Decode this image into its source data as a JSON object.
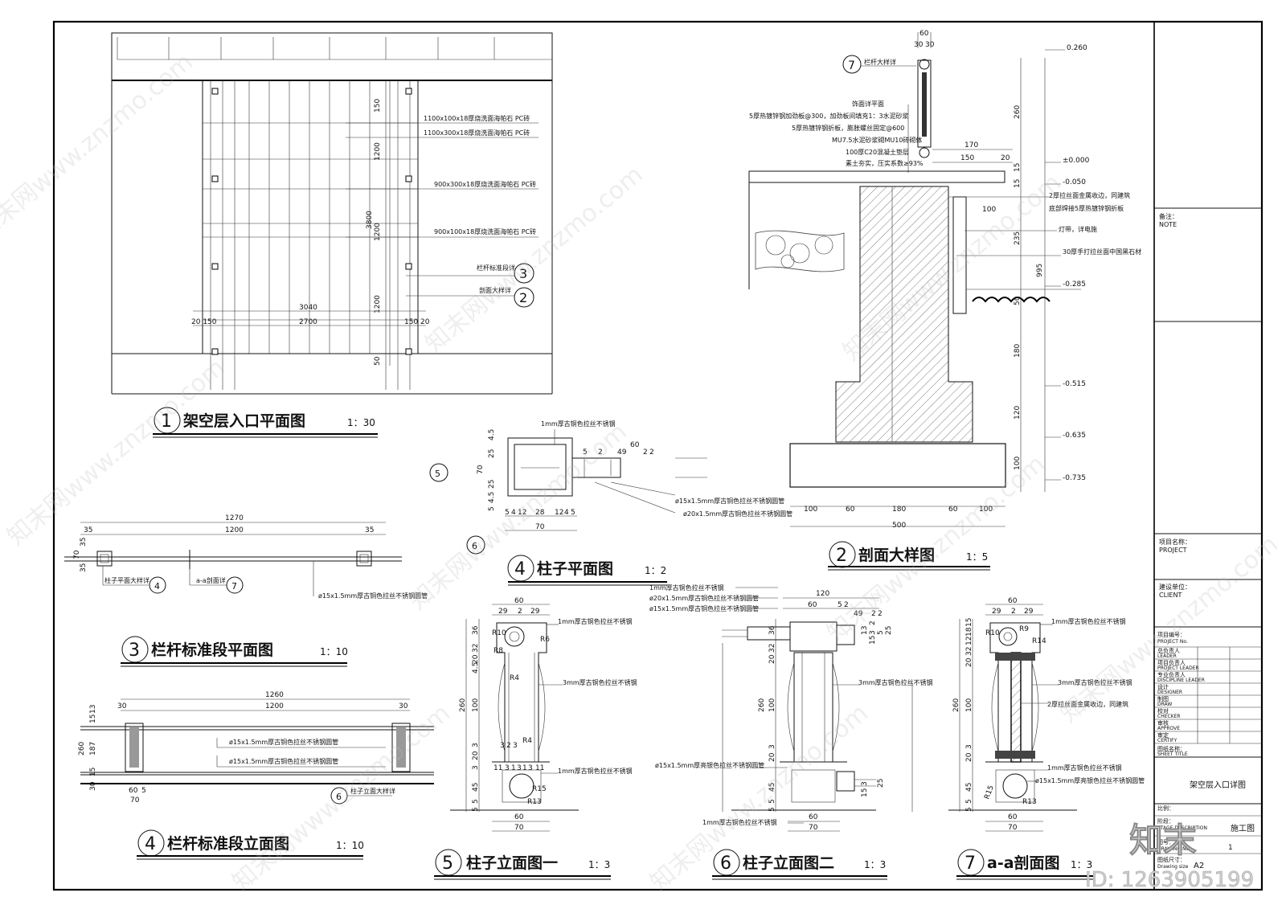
{
  "titles": {
    "t1": {
      "num": "1",
      "name": "架空层入口平面图",
      "scale": "1：30"
    },
    "t2": {
      "num": "2",
      "name": "剖面大样图",
      "scale": "1：5"
    },
    "t3": {
      "num": "3",
      "name": "栏杆标准段平面图",
      "scale": "1：10"
    },
    "t4a": {
      "num": "4",
      "name": "柱子平面图",
      "scale": "1：2"
    },
    "t4b": {
      "num": "4",
      "name": "栏杆标准段立面图",
      "scale": "1：10"
    },
    "t5": {
      "num": "5",
      "name": "柱子立面图一",
      "scale": "1：3"
    },
    "t6": {
      "num": "6",
      "name": "柱子立面图二",
      "scale": "1：3"
    },
    "t7": {
      "num": "7",
      "name": "a-a剖面图",
      "scale": "1：3"
    }
  },
  "plan": {
    "labels": [
      "1100x100x18厚烧洗面海帕石 PC砖",
      "1100x300x18厚烧洗面海帕石 PC砖",
      "900x300x18厚烧洗面海帕石 PC砖",
      "900x100x18厚烧洗面海帕石 PC砖"
    ],
    "callout3": "栏杆标准段详",
    "callout2": "剖面大样详",
    "dims": {
      "total": "3040",
      "inner": "2700",
      "edgeL": "20 150",
      "edgeR": "150 20",
      "height": "3800",
      "v1": "150",
      "v2": "1200",
      "v3": "1200",
      "v4": "1200",
      "v5": "50"
    }
  },
  "section": {
    "callout": "栏杆大样详",
    "layers": [
      "饰面详平面",
      "5厚热镀锌钢加劲板@300，加劲板间填充1：3水泥砂浆",
      "5厚热镀锌钢折板，膨胀螺丝固定@600",
      "MU7.5水泥砂浆砌MU10砖砌体",
      "100厚C20混凝土垫层",
      "素土夯实，压实系数≥93%"
    ],
    "right_notes": [
      "2厚拉丝面金属收边，同建筑",
      "底部焊接5厚热镀锌钢折板",
      "灯带，详电施",
      "30厚手打拉丝面中国黑石材"
    ],
    "levels": [
      "0.260",
      "±0.000",
      "-0.050",
      "-0.285",
      "-0.515",
      "-0.635",
      "-0.735"
    ],
    "vdims": [
      "260",
      "15",
      "15",
      "235",
      "995",
      "50",
      "180",
      "120",
      "100"
    ],
    "top": [
      "60",
      "30",
      "30"
    ],
    "mid": [
      "170",
      "150",
      "20"
    ],
    "bottom": [
      "100",
      "60",
      "180",
      "60",
      "100"
    ],
    "bottom_total": "500",
    "mid2": "100"
  },
  "column_plan": {
    "top_note": "1mm厚古铜色拉丝不锈钢",
    "pipe1": "ø15x1.5mm厚古铜色拉丝不锈钢圆管",
    "pipe2": "ø20x1.5mm厚古铜色拉丝不锈钢圆管",
    "dims_top": [
      "60",
      "5",
      "2",
      "49",
      "2",
      "2"
    ],
    "dims_left": [
      "4.5",
      "25",
      "70",
      "25",
      "4.5",
      "5"
    ],
    "dims_bottom": [
      "5",
      "4",
      "12",
      "28",
      "12",
      "4",
      "5"
    ],
    "width": "70",
    "mark": "5",
    "mark2": "6"
  },
  "rail_plan": {
    "dims": [
      "1270",
      "1200",
      "35",
      "35"
    ],
    "left_dims": [
      "70",
      "35",
      "35"
    ],
    "callout1": "柱子平面大样详",
    "callout2": "a-a剖面详",
    "pipe": "ø15x1.5mm厚古铜色拉丝不锈钢圆管"
  },
  "rail_elev": {
    "dims": [
      "1260",
      "1200",
      "30",
      "30"
    ],
    "vdims": [
      "15",
      "13",
      "187",
      "15",
      "30",
      "260"
    ],
    "pipe1": "ø15x1.5mm厚古铜色拉丝不锈钢圆管",
    "pipe2": "ø15x1.5mm厚古铜色拉丝不锈钢圆管",
    "callout": "柱子立面大样详",
    "bottom": [
      "60",
      "5",
      "70"
    ]
  },
  "col_elev1": {
    "notes": [
      "1mm厚古铜色拉丝不锈钢",
      "3mm厚古铜色拉丝不锈钢",
      "1mm厚古铜色拉丝不锈钢"
    ],
    "top": [
      "60",
      "29",
      "2",
      "29"
    ],
    "radii": [
      "R10",
      "R6",
      "R8",
      "R4",
      "R4",
      "R15",
      "R13"
    ],
    "vdims": [
      "36",
      "32",
      "20",
      "4.5",
      "100",
      "260",
      "3",
      "20",
      "3",
      "45",
      "5",
      "5"
    ],
    "bottom": [
      "60",
      "70"
    ],
    "mid": [
      "3",
      "2",
      "3",
      "11",
      "3",
      "1",
      "3",
      "1",
      "3",
      "11"
    ]
  },
  "col_elev2": {
    "notes": [
      "1mm厚古铜色拉丝不锈钢",
      "ø20x1.5mm厚古铜色拉丝不锈钢圆管",
      "ø15x1.5mm厚古铜色拉丝不锈钢圆管",
      "3mm厚古铜色拉丝不锈钢",
      "ø15x1.5mm厚亮银色拉丝不锈钢圆管",
      "1mm厚古铜色拉丝不锈钢"
    ],
    "top": [
      "120",
      "60",
      "5",
      "2",
      "49",
      "2",
      "2"
    ],
    "vdims": [
      "36",
      "32",
      "20",
      "100",
      "260",
      "3",
      "20",
      "45",
      "5",
      "5"
    ],
    "right": [
      "13",
      "2",
      "3",
      "15",
      "5",
      "25",
      "3",
      "15",
      "25"
    ],
    "bottom": [
      "60",
      "70"
    ]
  },
  "aa_section": {
    "notes": [
      "1mm厚古铜色拉丝不锈钢",
      "3mm厚古铜色拉丝不锈钢",
      "2厚拉丝面金属收边，同建筑",
      "1mm厚古铜色拉丝不锈钢",
      "ø15x1.5mm厚亮银色拉丝不锈钢圆管"
    ],
    "top": [
      "60",
      "29",
      "2",
      "29"
    ],
    "radii": [
      "R10",
      "R9",
      "R14",
      "R15",
      "R13"
    ],
    "vdims": [
      "15",
      "18",
      "12",
      "32",
      "20",
      "100",
      "260",
      "3",
      "20",
      "45",
      "5",
      "5"
    ],
    "bottom": [
      "60",
      "70"
    ]
  },
  "title_block": {
    "note_cn": "备注：",
    "note_en": "NOTE",
    "project_cn": "项目名称：",
    "project_en": "PROJECT",
    "client_cn": "建设单位：",
    "client_en": "CLIENT",
    "rows": [
      {
        "cn": "项目编号：",
        "en": "PROJECT No."
      },
      {
        "cn": "总负责人",
        "en": "LEADER"
      },
      {
        "cn": "项目负责人",
        "en": "PROJECT LEADER"
      },
      {
        "cn": "专业负责人",
        "en": "DISCIPLINE LEADER"
      },
      {
        "cn": "设计",
        "en": "DESIGNER"
      },
      {
        "cn": "制图",
        "en": "DRAW"
      },
      {
        "cn": "校对",
        "en": "CHECKER"
      },
      {
        "cn": "审核",
        "en": "APPROVE"
      },
      {
        "cn": "审定",
        "en": "CERTIFY"
      }
    ],
    "sheet_title_cn": "图纸名称：",
    "sheet_title_en": "SHEET TITLE",
    "sheet_title": "架空层入口详图",
    "scale_cn": "比例：",
    "phase_cn": "阶段：",
    "phase_en": "STAGE DESCRIPTION",
    "phase": "施工图",
    "drawing_no_cn": "图号：",
    "drawing_no_en": "DRAWING NO.",
    "size_cn": "图纸尺寸：",
    "size_en": "Drawing size",
    "size": "A2",
    "drawing_no": "1"
  },
  "branding": {
    "logo": "知末",
    "id": "ID: 1263905199",
    "watermark": "知末网www.znzmo.com"
  }
}
